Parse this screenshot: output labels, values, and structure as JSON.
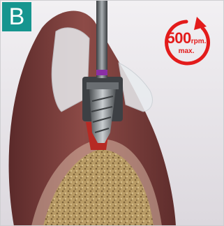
{
  "panel": {
    "label": "B"
  },
  "speed_badge": {
    "value": "500",
    "unit": "rpm.",
    "qualifier": "max."
  },
  "colors": {
    "label_bg": "#16958f",
    "speed_red": "#e31b1b",
    "gum": "#7a3d3a",
    "bone": "#b79a63",
    "background": "#e7e3e8"
  }
}
